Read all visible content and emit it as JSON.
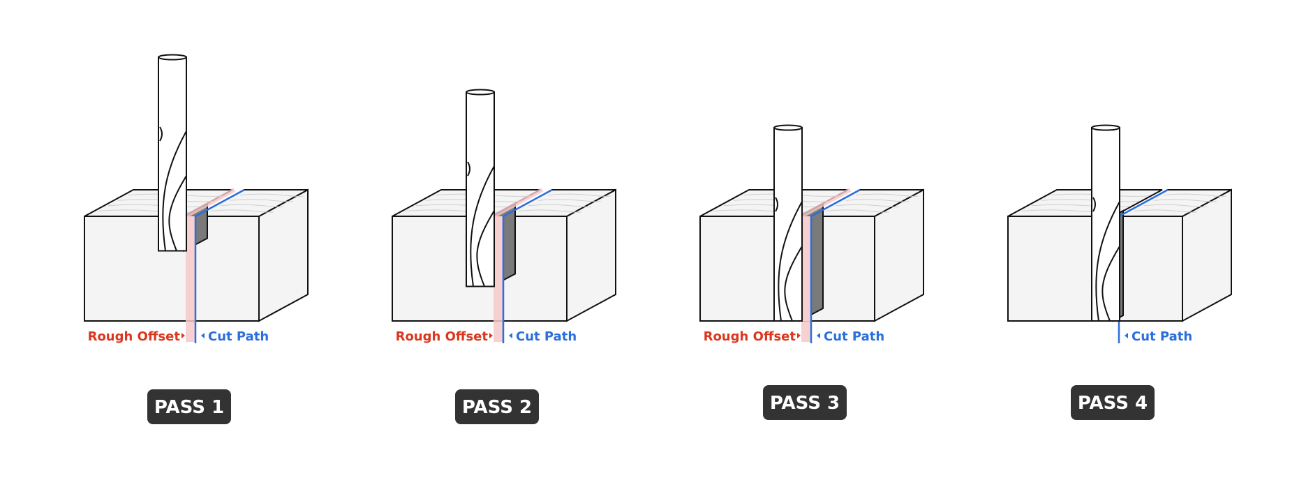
{
  "colors": {
    "rough": "#d9381e",
    "rough_fill": "#f6c9c9",
    "cut": "#2a6fdb",
    "outline": "#111111",
    "face": "#f4f4f4",
    "groove": "#7a7a7a",
    "grain": "#cfcfcf",
    "badge": "#333333",
    "badge_text": "#ffffff"
  },
  "icons": [
    "end-mill-icon",
    "wood-block-icon",
    "arrow-right-icon",
    "arrow-left-icon"
  ],
  "passes": [
    {
      "badge": "PASS 1",
      "rough_label": "Rough Offset",
      "cut_label": "Cut Path",
      "tool_depth": 0.33,
      "tool_stickup": "high",
      "show_rough": true
    },
    {
      "badge": "PASS 2",
      "rough_label": "Rough Offset",
      "cut_label": "Cut Path",
      "tool_depth": 0.67,
      "tool_stickup": "mid",
      "show_rough": true
    },
    {
      "badge": "PASS 3",
      "rough_label": "Rough Offset",
      "cut_label": "Cut Path",
      "tool_depth": 1.0,
      "tool_stickup": "low",
      "show_rough": true
    },
    {
      "badge": "PASS 4",
      "rough_label": "",
      "cut_label": "Cut Path",
      "tool_depth": 1.0,
      "tool_stickup": "low",
      "show_rough": false
    }
  ]
}
